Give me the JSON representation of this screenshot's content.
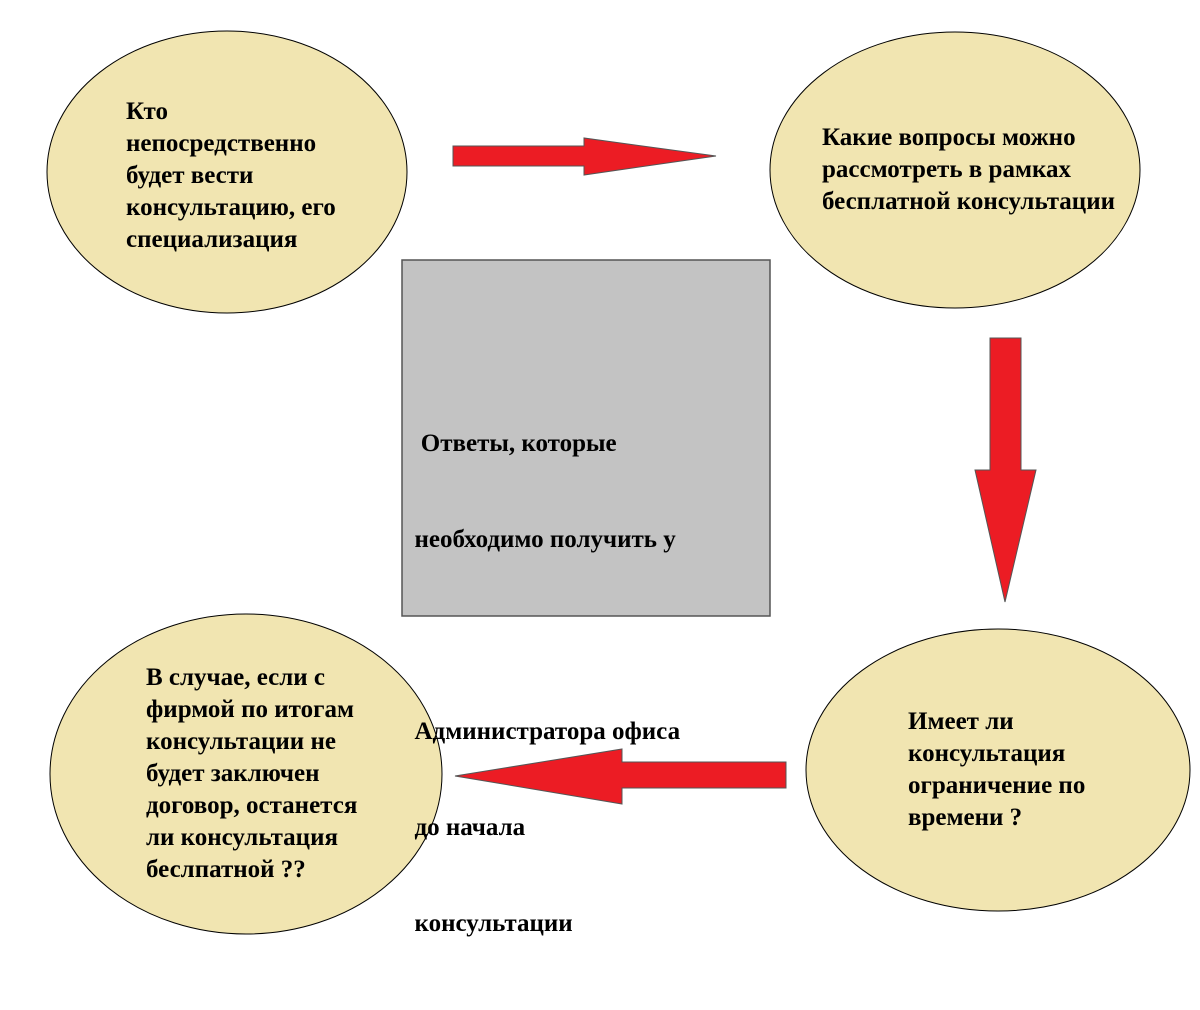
{
  "colors": {
    "ellipse_fill": "#f1e5b1",
    "ellipse_stroke": "#000000",
    "box_fill": "#c3c3c3",
    "box_stroke": "#555555",
    "arrow_fill": "#ec1c24",
    "arrow_stroke": "#555555"
  },
  "nodes": {
    "top_left": {
      "text": "Кто\nнепосредственно\nбудет вести\nконсультацию, его\nспециализация"
    },
    "top_right": {
      "text": "Какие вопросы можно\nрассмотреть в рамках\nбесплатной консультации"
    },
    "bottom_right": {
      "text": "Имеет ли\nконсультация\nограничение по\nвремени ?"
    },
    "bottom_left": {
      "text": "В случае, если с\nфирмой по итогам\nконсультации не\nбудет заключен\nдоговор, останется\nли консультация\nбеслпатной ??"
    }
  },
  "center": {
    "line1": "   Ответы, которые",
    "line2": "  необходимо получить у",
    "line3": " ",
    "line4": "  Администратора офиса",
    "line5": "  до начала",
    "line6": "  консультации"
  },
  "arrows": {
    "top": "right",
    "right": "down",
    "bottom": "left"
  }
}
